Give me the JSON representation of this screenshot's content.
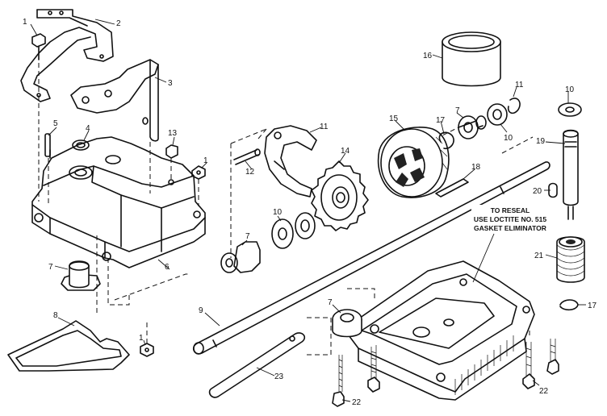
{
  "note": {
    "lines": [
      "TO RESEAL",
      "USE LOCTITE NO. 515",
      "GASKET ELIMINATOR"
    ]
  },
  "callouts": [
    {
      "id": "c1a",
      "text": "1"
    },
    {
      "id": "c2",
      "text": "2"
    },
    {
      "id": "c3",
      "text": "3"
    },
    {
      "id": "c5",
      "text": "5"
    },
    {
      "id": "c4",
      "text": "4"
    },
    {
      "id": "c13",
      "text": "13"
    },
    {
      "id": "c1b",
      "text": "1"
    },
    {
      "id": "c6",
      "text": "6"
    },
    {
      "id": "c7a",
      "text": "7"
    },
    {
      "id": "c8",
      "text": "8"
    },
    {
      "id": "c1c",
      "text": "1"
    },
    {
      "id": "c11a",
      "text": "11"
    },
    {
      "id": "c12",
      "text": "12"
    },
    {
      "id": "c14",
      "text": "14"
    },
    {
      "id": "c10a",
      "text": "10"
    },
    {
      "id": "c7b",
      "text": "7"
    },
    {
      "id": "c9",
      "text": "9"
    },
    {
      "id": "c15",
      "text": "15"
    },
    {
      "id": "c16",
      "text": "16"
    },
    {
      "id": "c17a",
      "text": "17"
    },
    {
      "id": "c7c",
      "text": "7"
    },
    {
      "id": "c11b",
      "text": "11"
    },
    {
      "id": "c10b",
      "text": "10"
    },
    {
      "id": "c18",
      "text": "18"
    },
    {
      "id": "c10c",
      "text": "10"
    },
    {
      "id": "c19",
      "text": "19"
    },
    {
      "id": "c20",
      "text": "20"
    },
    {
      "id": "c21",
      "text": "21"
    },
    {
      "id": "c17b",
      "text": "17"
    },
    {
      "id": "c7d",
      "text": "7"
    },
    {
      "id": "c23",
      "text": "23"
    },
    {
      "id": "c22a",
      "text": "22"
    },
    {
      "id": "c22b",
      "text": "22"
    }
  ]
}
